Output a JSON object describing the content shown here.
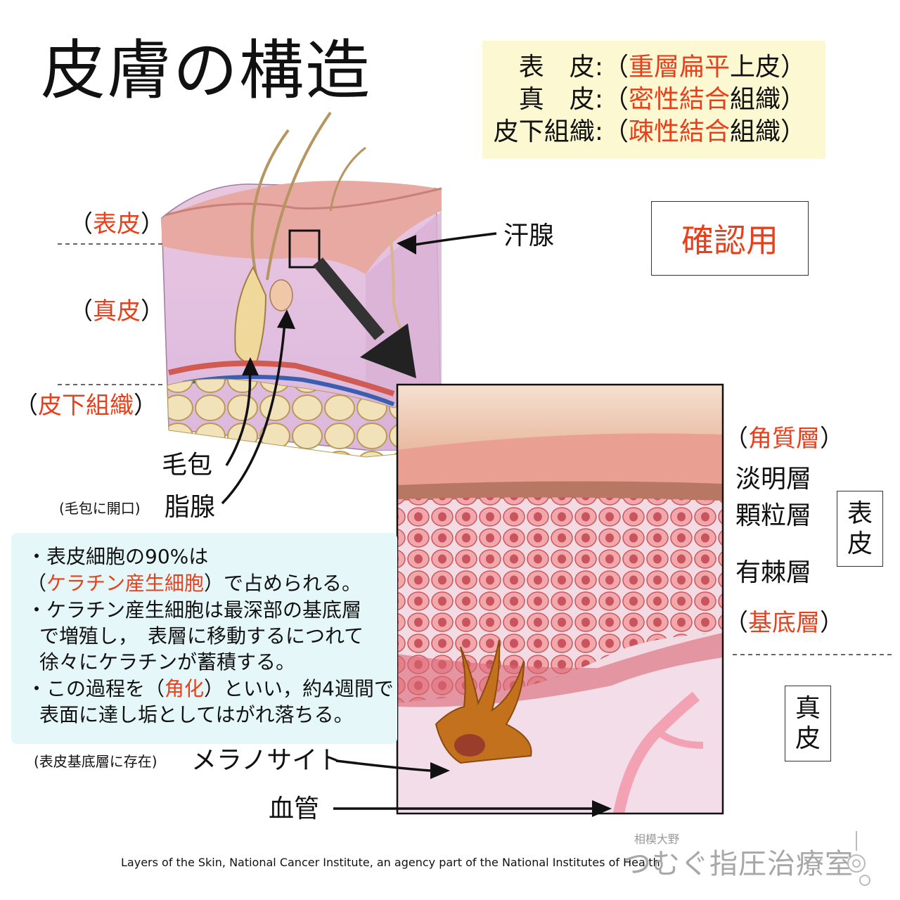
{
  "title": "皮膚の構造",
  "summary": {
    "epidermis": {
      "term": "表　皮",
      "sep": ":（",
      "red": "重層扁平",
      "black": "上皮",
      "close": "）"
    },
    "dermis": {
      "term": "真　皮",
      "sep": ":（",
      "red": "密性結合",
      "black": "組織",
      "close": "）"
    },
    "subcutis": {
      "term": "皮下組織",
      "sep": ":（",
      "red": "疎性結合",
      "black": "組織",
      "close": "）"
    }
  },
  "confirm_label": "確認用",
  "left_layers": {
    "epidermis": "表皮",
    "dermis": "真皮",
    "subcutis": "皮下組織",
    "open": "（",
    "close": "）"
  },
  "block_labels": {
    "sweat_gland": "汗腺",
    "hair_follicle": "毛包",
    "sebaceous_gland": "脂腺",
    "sebaceous_note": "(毛包に開口)"
  },
  "detail_layers": {
    "corneum": "角質層",
    "lucidum": "淡明層",
    "granulosum": "顆粒層",
    "spinosum": "有棘層",
    "basale": "基底層",
    "open": "（",
    "close": "）",
    "epidermis_box": [
      "表",
      "皮"
    ],
    "dermis_box": [
      "真",
      "皮"
    ]
  },
  "note": {
    "line1": "・表皮細胞の90%は",
    "line2": {
      "open": "（",
      "red": "ケラチン産生細胞",
      "rest": "）で占められる。"
    },
    "line3": "・ケラチン産生細胞は最深部の基底層",
    "line4": "で増殖し，　表層に移動するにつれて",
    "line5": "徐々にケラチンが蓄積する。",
    "line6": {
      "pre": "・この過程を（",
      "red": "角化",
      "rest": "）といい，約4週間で"
    },
    "line7": "表面に達し垢としてはがれ落ちる。"
  },
  "melanocyte": {
    "note": "(表皮基底層に存在)",
    "label": "メラノサイト"
  },
  "blood_vessel": "血管",
  "credit": "Layers of the Skin, National Cancer Institute, an agency part of the National Institutes of Health",
  "studio": {
    "sub": "相模大野",
    "name": "つむぐ指圧治療室"
  },
  "colors": {
    "accent_red": "#e8401c",
    "summary_bg": "#fbf8d2",
    "note_bg": "#e6f7f9"
  }
}
